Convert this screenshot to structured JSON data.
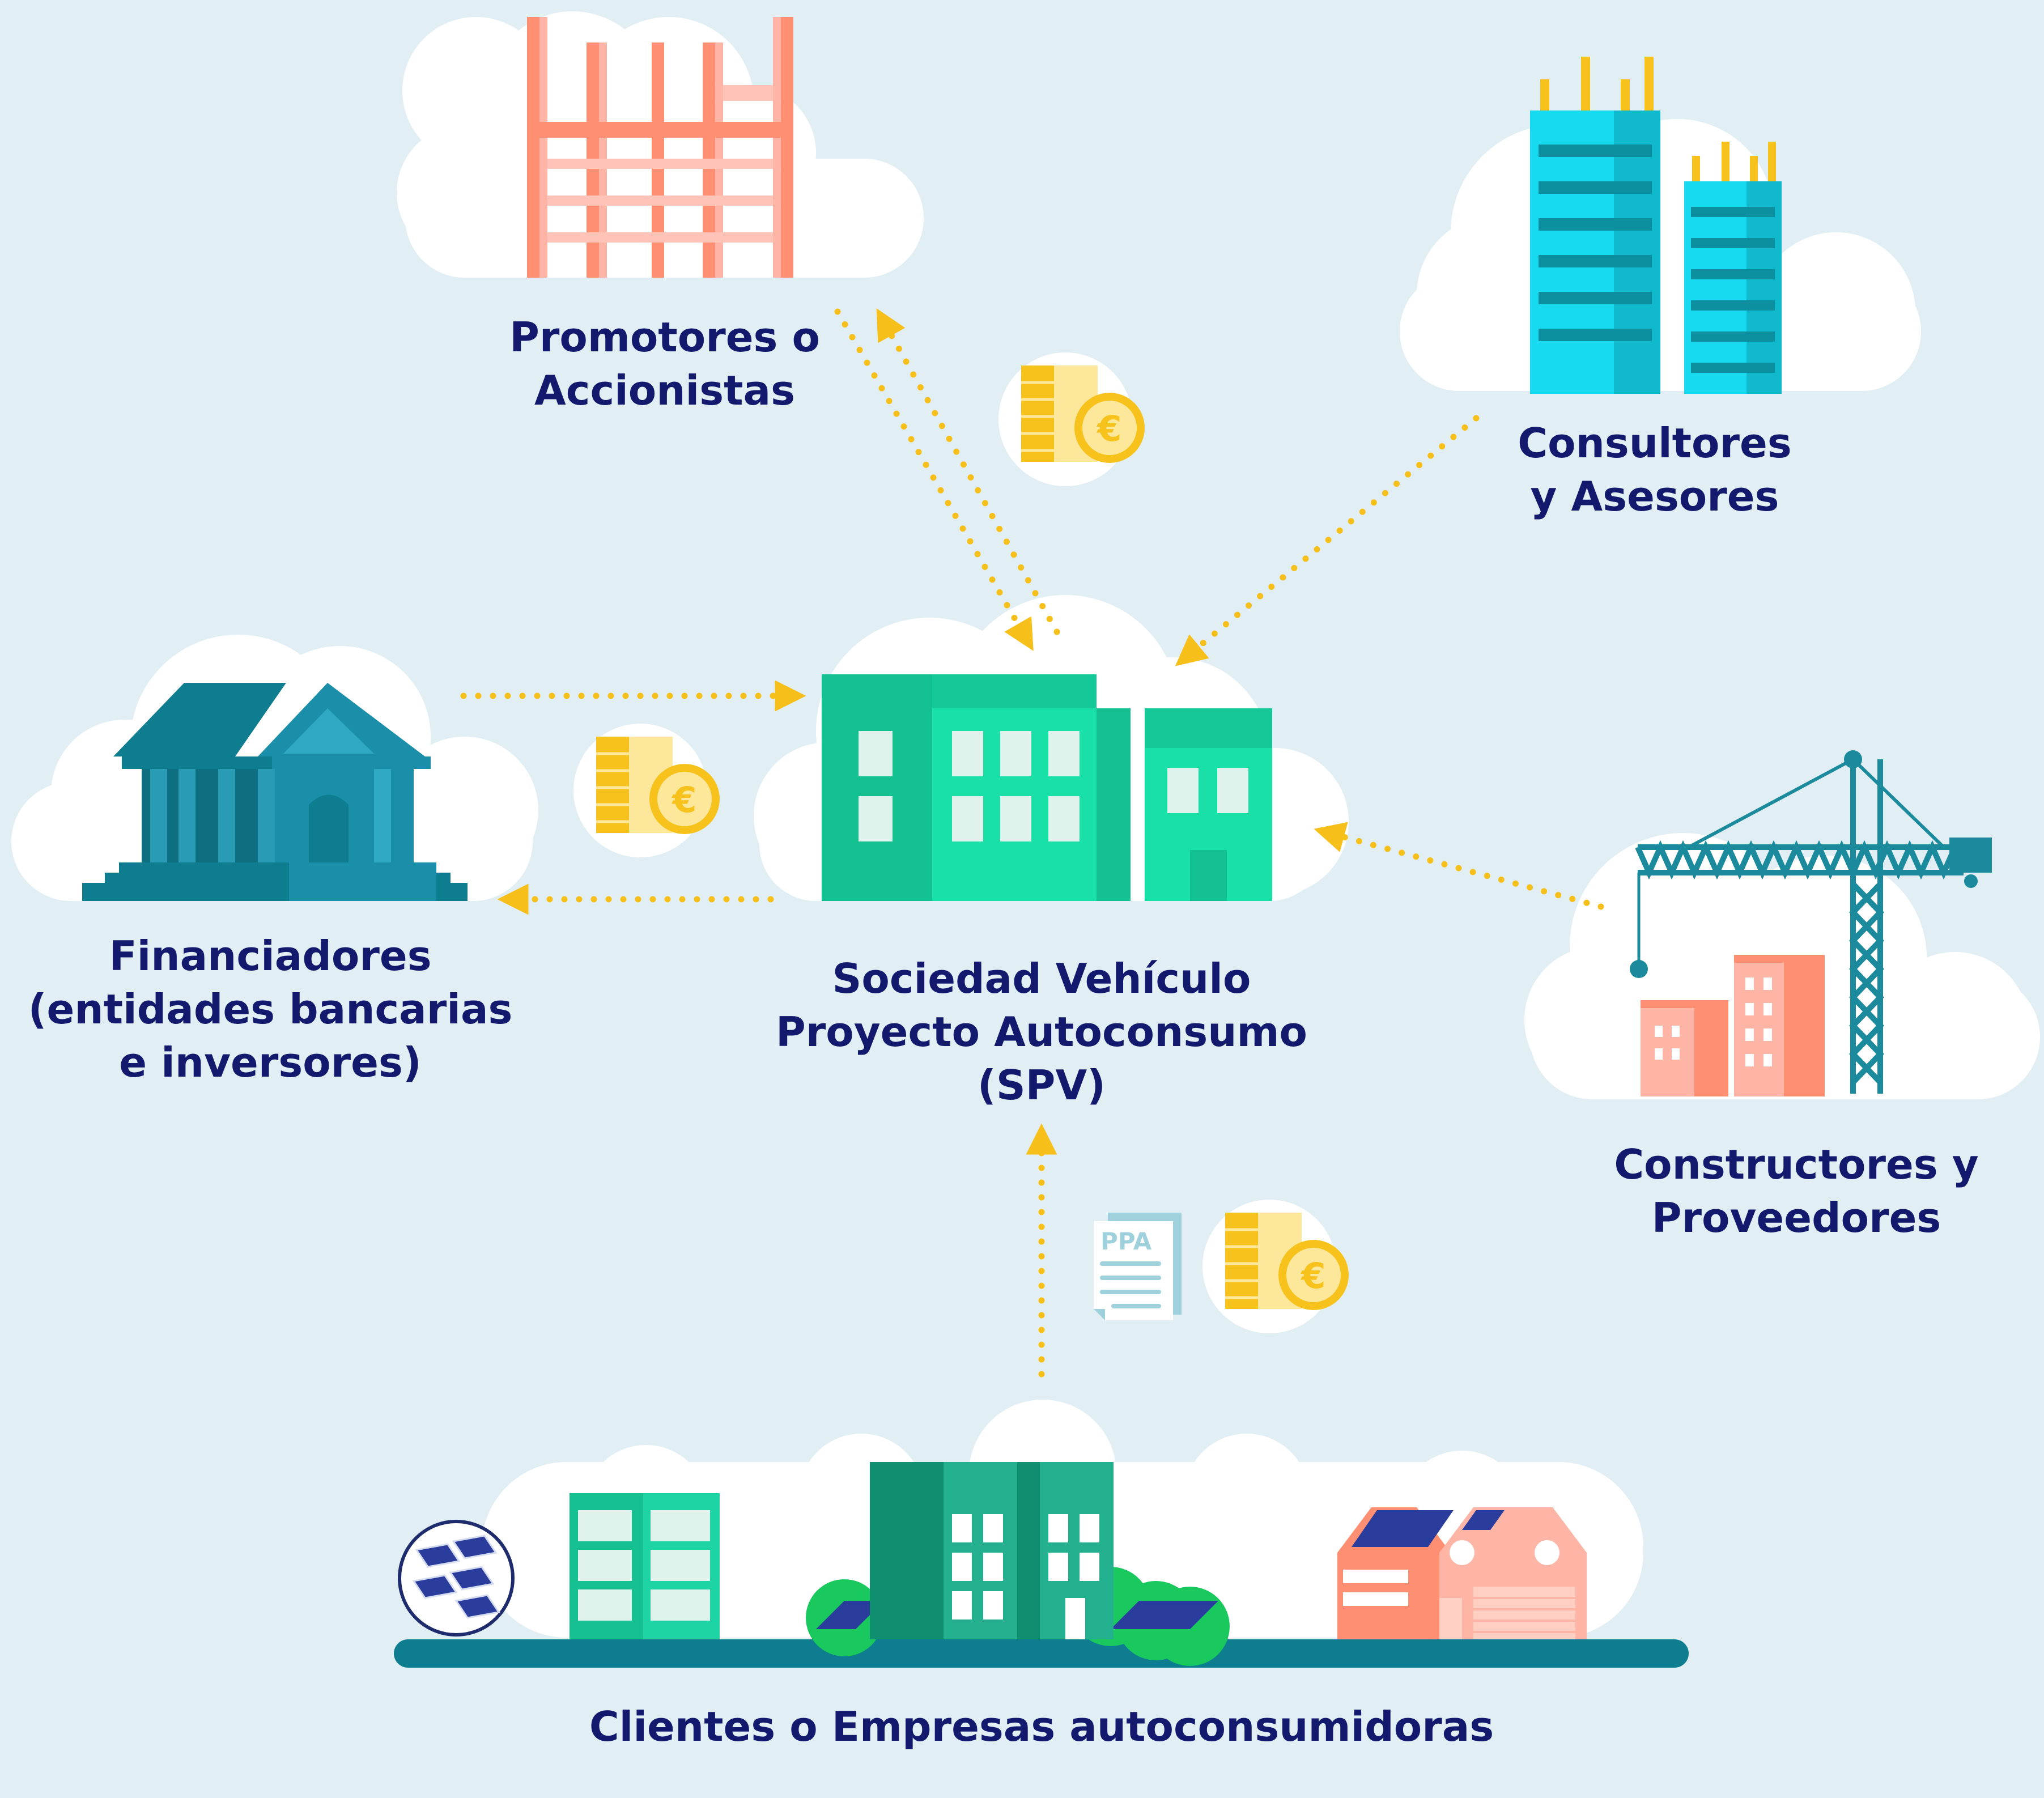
{
  "nodes": {
    "promotores": {
      "lines": [
        "Promotores o",
        "Accionistas"
      ]
    },
    "consultores": {
      "lines": [
        "Consultores",
        "y Asesores"
      ]
    },
    "financiadores": {
      "lines": [
        "Financiadores",
        "(entidades bancarias",
        "e inversores)"
      ]
    },
    "spv": {
      "lines": [
        "Sociedad Vehículo",
        "Proyecto Autoconsumo",
        "(SPV)"
      ]
    },
    "constructores": {
      "lines": [
        "Constructores y",
        "Proveedores"
      ]
    },
    "clientes": {
      "lines": [
        "Clientes o Empresas autoconsumidoras"
      ]
    }
  },
  "ppa_label": "PPA",
  "euro_symbol": "€",
  "icons": [
    "money-coins-icon",
    "ppa-document-icon",
    "bank-icon",
    "crane-icon",
    "solar-panel-icon"
  ],
  "colors": {
    "background": "#e1eff5",
    "cloud": "#ffffff",
    "text": "#131a6e",
    "arrow": "#f7bf1a",
    "spv_green": "#19e0a6",
    "bank_teal": "#1b8faa",
    "salmon": "#ff8f73",
    "cyan": "#17d9f0",
    "coin": "#f7c21c",
    "ground": "#0e7d90"
  }
}
